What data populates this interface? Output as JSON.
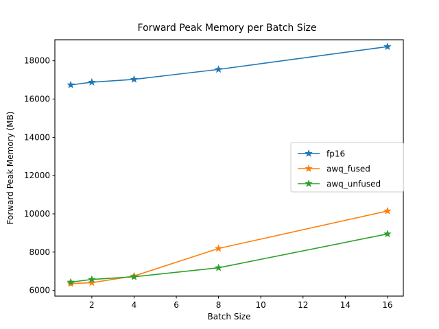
{
  "chart_data": {
    "type": "line",
    "title": "Forward Peak Memory per Batch Size",
    "xlabel": "Batch Size",
    "ylabel": "Forward Peak Memory (MB)",
    "x": [
      1,
      2,
      4,
      8,
      16
    ],
    "xlim": [
      0.25,
      16.75
    ],
    "ylim": [
      5700,
      19100
    ],
    "xticks": [
      2,
      4,
      6,
      8,
      10,
      12,
      14,
      16
    ],
    "xtick_labels": [
      "2",
      "4",
      "6",
      "8",
      "10",
      "12",
      "14",
      "16"
    ],
    "yticks": [
      6000,
      8000,
      10000,
      12000,
      14000,
      16000,
      18000
    ],
    "ytick_labels": [
      "6000",
      "8000",
      "10000",
      "12000",
      "14000",
      "16000",
      "18000"
    ],
    "grid": false,
    "marker": "star",
    "legend_position": "center-right",
    "series": [
      {
        "name": "fp16",
        "color": "#1f77b4",
        "values": [
          16740,
          16880,
          17030,
          17550,
          18740
        ]
      },
      {
        "name": "awq_fused",
        "color": "#ff7f0e",
        "values": [
          6350,
          6400,
          6750,
          8190,
          10150
        ]
      },
      {
        "name": "awq_unfused",
        "color": "#2ca02c",
        "values": [
          6430,
          6570,
          6710,
          7180,
          8950
        ]
      }
    ]
  }
}
